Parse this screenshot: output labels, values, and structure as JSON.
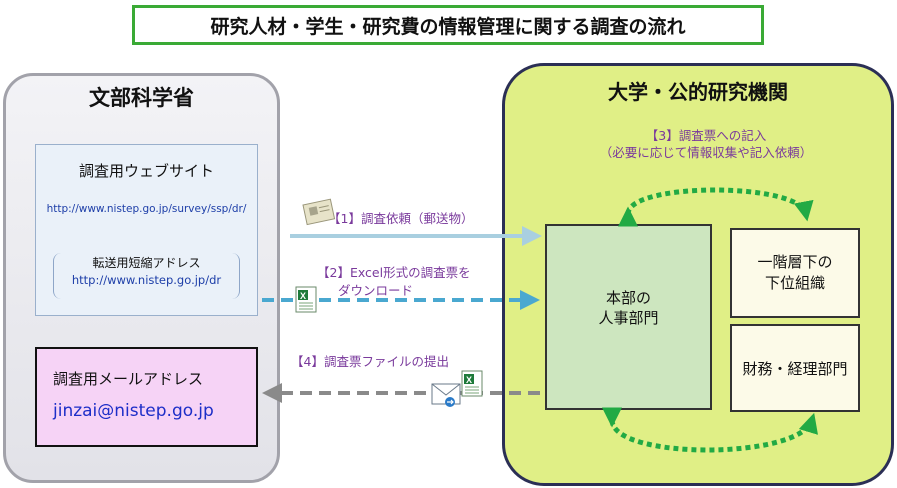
{
  "title": "研究人材・学生・研究費の情報管理に関する調査の流れ",
  "mext": {
    "title": "文部科学省",
    "website": {
      "title": "調査用ウェブサイト",
      "url": "http://www.nistep.go.jp/survey/ssp/dr/",
      "short_label": "転送用短縮アドレス",
      "short_url": "http://www.nistep.go.jp/dr"
    },
    "mail": {
      "title": "調査用メールアドレス",
      "address": "jinzai@nistep.go.jp"
    }
  },
  "university": {
    "title": "大学・公的研究機関",
    "step3_line1": "【3】調査票への記入",
    "step3_line2": "（必要に応じて情報収集や記入依頼）",
    "hq": "本部の\n人事部門",
    "sub_unit": "一階層下の\n下位組織",
    "finance": "財務・経理部門"
  },
  "steps": {
    "step1": "【1】調査依頼（郵送物）",
    "step2_line1": "【2】Excel形式の調査票を",
    "step2_line2": "ダウンロード",
    "step4": "【4】調査票ファイルの提出"
  },
  "colors": {
    "title_border": "#3aaa35",
    "university_bg": "#e0ef86",
    "hq_bg": "#cde6bf",
    "mail_bg": "#f6d3f6",
    "website_bg": "#eaf1f9",
    "step_text": "#7a3a9c",
    "arrow_request": "#a9cfe0",
    "arrow_download": "#4aa8d0",
    "arrow_submit": "#8a8a8a",
    "cycle_arrow": "#22aa44"
  },
  "icons": [
    "envelope-icon",
    "excel-file-icon",
    "email-icon"
  ]
}
